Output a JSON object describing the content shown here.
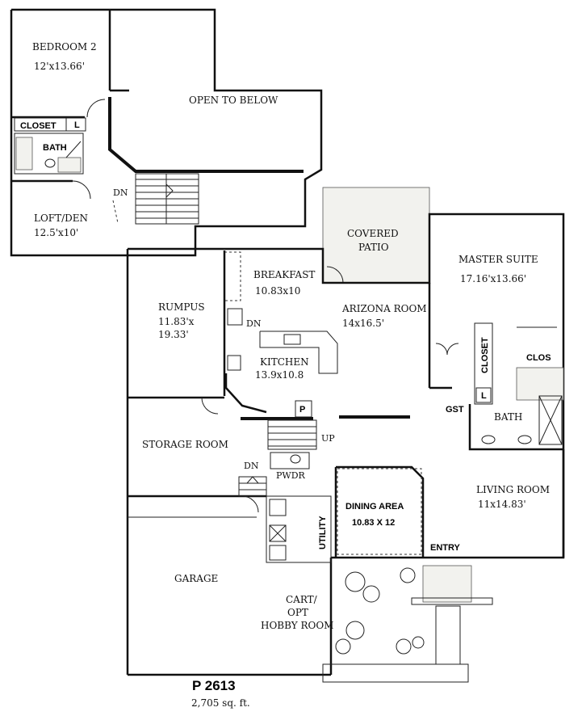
{
  "upper_floor": {
    "bedroom2": {
      "name": "BEDROOM 2",
      "size": "12'x13.66'"
    },
    "closet": "CLOSET",
    "closet_l": "L",
    "bath": "BATH",
    "open_to_below": "OPEN TO BELOW",
    "stair_dn": "DN",
    "loft": {
      "name": "LOFT/DEN",
      "size": "12.5'x10'"
    }
  },
  "main_floor": {
    "covered_patio": {
      "line1": "COVERED",
      "line2": "PATIO"
    },
    "breakfast": {
      "name": "BREAKFAST",
      "size": "10.83x10"
    },
    "master_suite": {
      "name": "MASTER SUITE",
      "size": "17.16'x13.66'"
    },
    "rumpus": {
      "name": "RUMPUS",
      "size1": "11.83'x",
      "size2": "19.33'"
    },
    "arizona_room": {
      "name": "ARIZONA ROOM",
      "size": "14x16.5'"
    },
    "kitchen": {
      "name": "KITCHEN",
      "size": "13.9x10.8"
    },
    "rumpus_dn": "DN",
    "master_closet": "CLOSET",
    "master_clos": "CLOS",
    "master_l": "L",
    "gst": "GST",
    "pantry": "P",
    "master_bath": "BATH",
    "storage_room": "STORAGE ROOM",
    "up": "UP",
    "pwdr": "PWDR",
    "storage_dn": "DN",
    "dining_area": {
      "name": "DINING AREA",
      "size": "10.83 X 12"
    },
    "living_room": {
      "name": "LIVING ROOM",
      "size": "11x14.83'"
    },
    "utility": "UTILITY",
    "entry": "ENTRY",
    "garage": "GARAGE",
    "cart": {
      "line1": "CART/",
      "line2": "OPT",
      "line3": "HOBBY ROOM"
    }
  },
  "plan_number": "P 2613",
  "square_feet": "2,705 sq. ft."
}
